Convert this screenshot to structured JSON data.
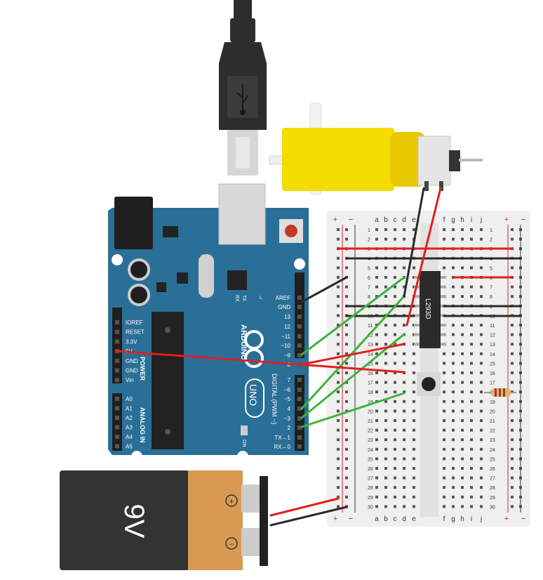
{
  "arduino": {
    "brand": "ARDUINO",
    "model": "UNO",
    "on_label": "ON",
    "l_label": "L",
    "tx_label": "TX",
    "rx_label": "RX",
    "digital_label": "DIGITAL (PWM ~)",
    "power_label": "POWER",
    "analog_label": "ANALOG IN",
    "digital_pins": [
      "AREF",
      "GND",
      "13",
      "12",
      "~11",
      "~10",
      "~9",
      "8",
      "7",
      "~6",
      "~5",
      "4",
      "~3",
      "2",
      "TX→1",
      "RX←0"
    ],
    "power_pins": [
      "IOREF",
      "RESET",
      "3.3V",
      "5V",
      "GND",
      "GND",
      "Vin"
    ],
    "analog_pins": [
      "A0",
      "A1",
      "A2",
      "A3",
      "A4",
      "A5"
    ],
    "color": "#2a6f97"
  },
  "breadboard": {
    "columns_left": [
      "a",
      "b",
      "c",
      "d",
      "e"
    ],
    "columns_right": [
      "f",
      "g",
      "h",
      "i",
      "j"
    ],
    "rows": 30,
    "rail_plus": "+",
    "rail_minus": "−"
  },
  "ic": {
    "label": "L293D",
    "pins_per_side": 8
  },
  "battery": {
    "label": "9V",
    "plus": "+",
    "minus": "−"
  },
  "motor": {
    "color": "#f5dc00"
  },
  "colors": {
    "wire_red": "#e0201e",
    "wire_black": "#2b2b2b",
    "wire_green": "#3db33d",
    "breadboard": "#efefef",
    "battery_body": "#333333",
    "battery_label": "#d89a52"
  }
}
